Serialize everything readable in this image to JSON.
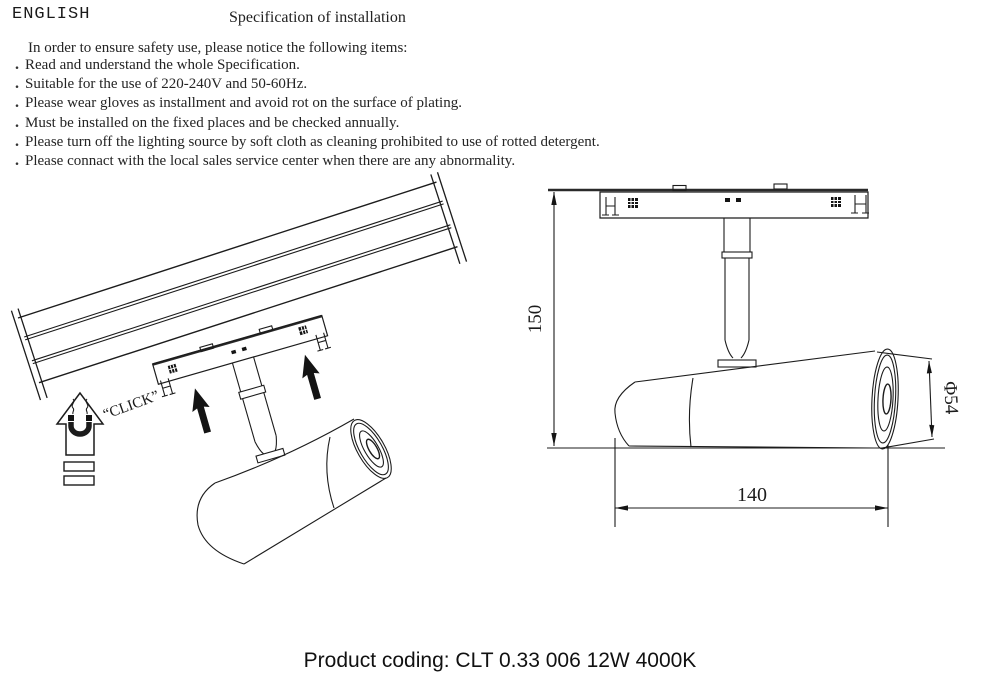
{
  "page": {
    "language": "ENGLISH",
    "title": "Specification of installation",
    "product_coding": "Product coding: CLT 0.33 006 12W 4000K"
  },
  "safety": {
    "intro": "In order to ensure safety use, please notice the following items:",
    "bullet": ".",
    "items": [
      "Read and understand the whole Specification.",
      "Suitable for the use of 220-240V and 50-60Hz.",
      "Please wear gloves as installment and avoid rot on the surface of plating.",
      "Must be installed on the fixed places and be checked annually.",
      "Please turn off the lighting source by soft cloth as cleaning prohibited to use of rotted detergent.",
      "Please connact with the local sales service center when there are any abnormality."
    ]
  },
  "diagrams": {
    "left": {
      "click_label": "“CLICK”"
    },
    "right": {
      "height": "150",
      "diameter": "Φ54",
      "length": "140"
    }
  },
  "colors": {
    "line": "#1c1c1c",
    "background": "#ffffff"
  }
}
